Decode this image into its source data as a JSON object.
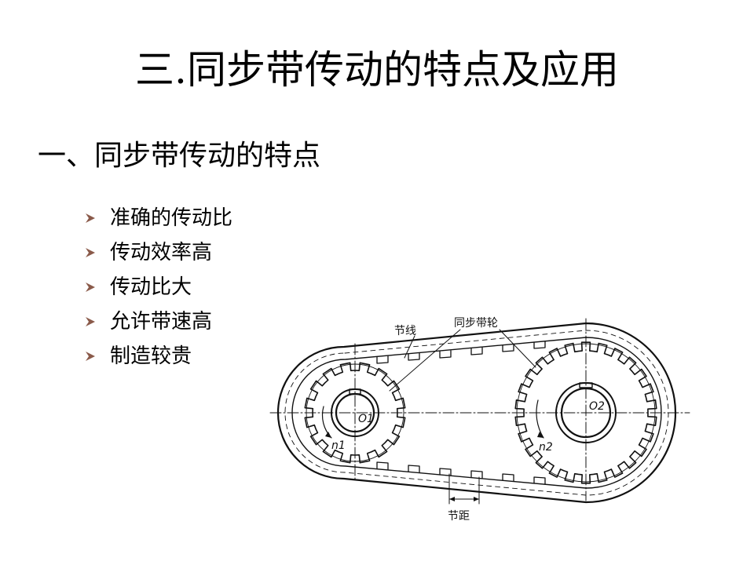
{
  "slide": {
    "title": "三.同步带传动的特点及应用",
    "subtitle": "一、同步带传动的特点",
    "bullets": [
      "准确的传动比",
      "传动效率高",
      "传动比大",
      "允许带速高",
      "制造较贵"
    ]
  },
  "diagram": {
    "labels": {
      "pitch_line": "节线",
      "pulley": "同步带轮",
      "pitch": "节距",
      "center_1": "O1",
      "center_2": "O2",
      "speed_1": "n1",
      "speed_2": "n2"
    },
    "colors": {
      "bullet": "#8a5a4a",
      "line": "#111111"
    }
  }
}
